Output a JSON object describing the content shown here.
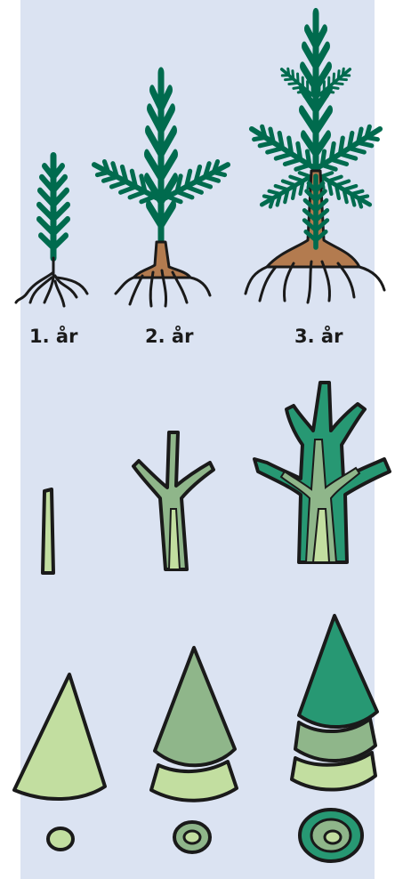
{
  "labels": {
    "year1": "1. år",
    "year2": "2. år",
    "year3": "3. år"
  },
  "colors": {
    "background_panel": "#dbe3f2",
    "needle_green": "#006b4e",
    "root_brown": "#b37b4f",
    "outline": "#1a1a1a",
    "layer_light": "#c2dea0",
    "layer_mid": "#8fb68a",
    "layer_dark": "#279873"
  },
  "rows": [
    "seedlings",
    "shoot-growth",
    "cone-layers",
    "stem-rings"
  ]
}
